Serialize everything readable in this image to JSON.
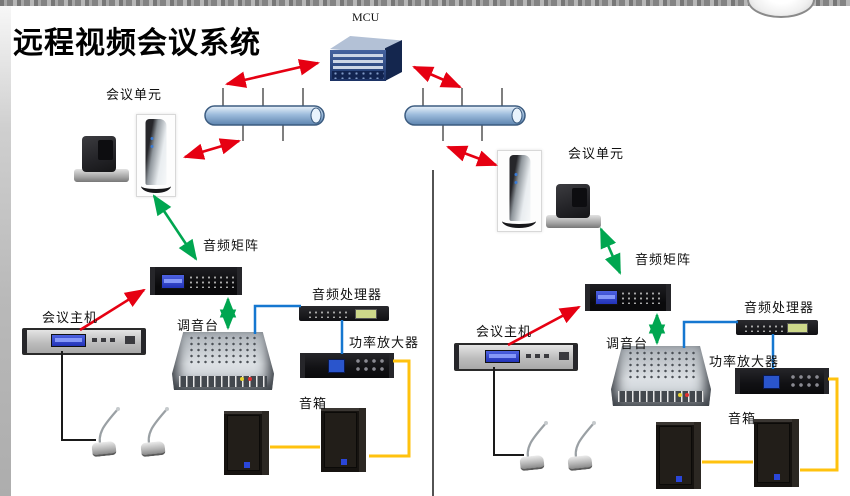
{
  "title": "远程视频会议系统",
  "labels": {
    "mcu": "MCU",
    "unit_left": "会议单元",
    "unit_right": "会议单元",
    "matrix_left": "音频矩阵",
    "matrix_right": "音频矩阵",
    "host_left": "会议主机",
    "host_right": "会议主机",
    "mixer_left": "调音台",
    "mixer_right": "调音台",
    "processor_left": "音频处理器",
    "processor_right": "音频处理器",
    "amp_left": "功率放大器",
    "amp_right": "功率放大器",
    "speakers_left": "音箱",
    "speakers_right": "音箱"
  },
  "colors": {
    "arrow_red": "#e60012",
    "arrow_green": "#00a650",
    "line_blue": "#1577d0",
    "line_yellow": "#ffc20e",
    "line_black": "#1a1a1a",
    "bus_fill": "#9dbcdc"
  },
  "connections": [
    {
      "from": "mcu",
      "to": "network-bus-left",
      "style": "red-double-arrow"
    },
    {
      "from": "mcu",
      "to": "network-bus-right",
      "style": "red-double-arrow"
    },
    {
      "from": "conference-unit-left",
      "to": "network-bus-left",
      "style": "red-double-arrow"
    },
    {
      "from": "conference-unit-right",
      "to": "network-bus-right",
      "style": "red-double-arrow"
    },
    {
      "from": "conference-host-left",
      "to": "audio-matrix-left",
      "style": "red-arrow"
    },
    {
      "from": "conference-host-right",
      "to": "audio-matrix-right",
      "style": "red-arrow"
    },
    {
      "from": "audio-matrix-left",
      "to": "conference-unit-left",
      "style": "green-double-arrow"
    },
    {
      "from": "audio-matrix-left",
      "to": "mixer-left",
      "style": "green-double-arrow"
    },
    {
      "from": "audio-matrix-right",
      "to": "conference-unit-right",
      "style": "green-double-arrow"
    },
    {
      "from": "audio-matrix-right",
      "to": "mixer-right",
      "style": "green-double-arrow"
    },
    {
      "from": "mixer-left",
      "to": "audio-processor-left",
      "style": "blue-line"
    },
    {
      "from": "audio-processor-left",
      "to": "power-amp-left",
      "style": "blue-line"
    },
    {
      "from": "mixer-right",
      "to": "audio-processor-right",
      "style": "blue-line"
    },
    {
      "from": "audio-processor-right",
      "to": "power-amp-right",
      "style": "blue-line"
    },
    {
      "from": "power-amp-left",
      "to": "speaker-left-2",
      "style": "yellow-line"
    },
    {
      "from": "speaker-left-1",
      "to": "speaker-left-2",
      "style": "yellow-line"
    },
    {
      "from": "power-amp-right",
      "to": "speaker-right-2",
      "style": "yellow-line"
    },
    {
      "from": "speaker-right-1",
      "to": "speaker-right-2",
      "style": "yellow-line"
    },
    {
      "from": "conference-host-left",
      "to": "microphones-left",
      "style": "black-line"
    },
    {
      "from": "conference-host-right",
      "to": "microphones-right",
      "style": "black-line"
    }
  ]
}
